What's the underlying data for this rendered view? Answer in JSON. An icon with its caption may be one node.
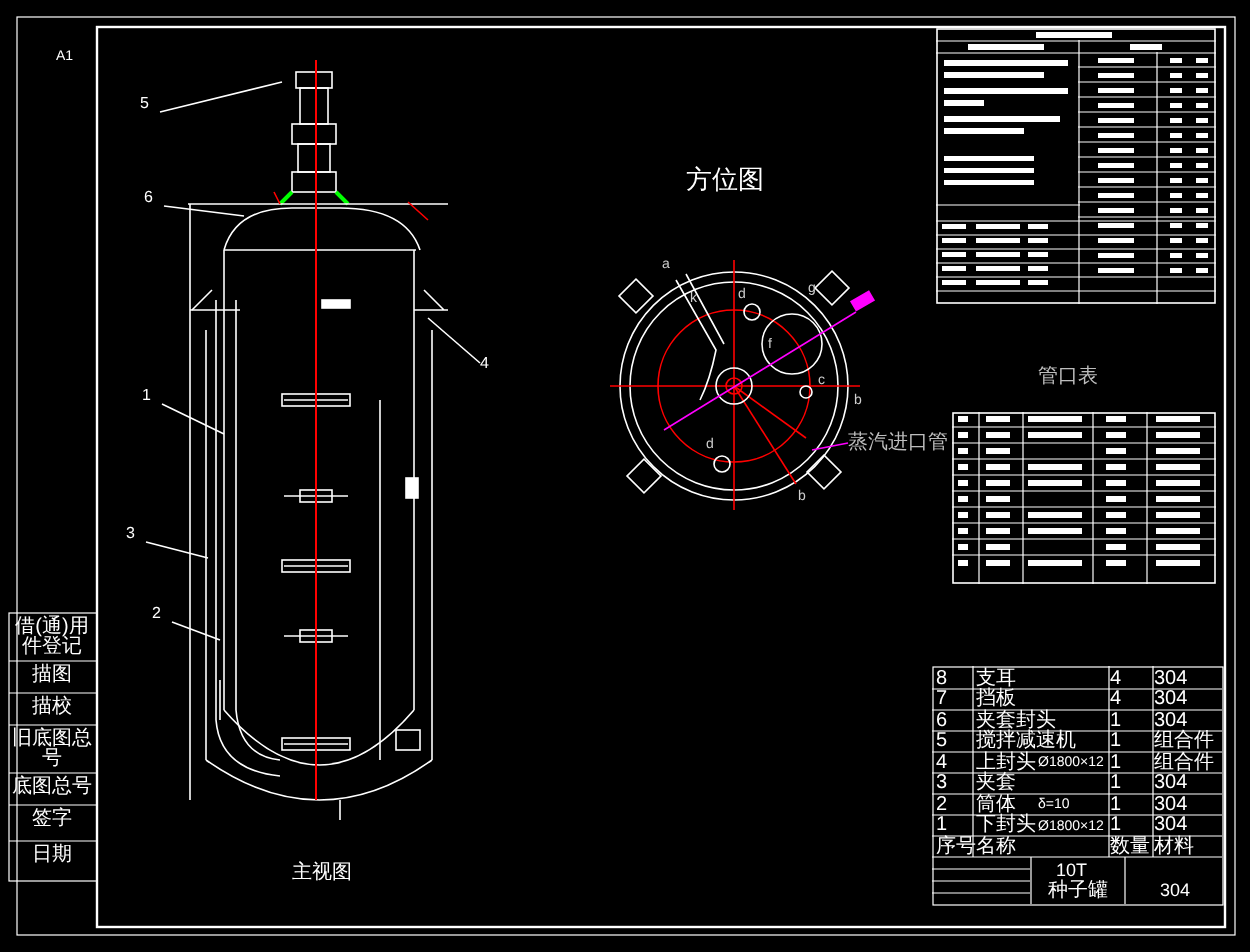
{
  "diagram": {
    "nodes": [
      {
        "text": [
          "5"
        ]
      },
      {
        "text": [
          "6"
        ]
      },
      {
        "text": [
          "1"
        ]
      },
      {
        "text": [
          "3"
        ]
      },
      {
        "text": [
          "2"
        ]
      },
      {
        "text": [
          "4"
        ]
      },
      {
        "text": [
          "蒸汽进口管"
        ]
      }
    ],
    "edges": [
      {
        "from": 0,
        "to": null,
        "arrow": "none"
      },
      {
        "from": 1,
        "to": null,
        "arrow": "none"
      },
      {
        "from": 2,
        "to": null,
        "arrow": "none"
      },
      {
        "from": 3,
        "to": null,
        "arrow": "none"
      },
      {
        "from": 4,
        "to": null,
        "arrow": "none"
      },
      {
        "from": 5,
        "to": null,
        "arrow": "none"
      },
      {
        "from": 6,
        "to": null,
        "arrow": "none",
        "color": "#ff00ff"
      }
    ],
    "labels": [
      "A1",
      "方位图",
      "管口表",
      "主视图",
      "a",
      "k",
      "d",
      "g",
      "f",
      "c",
      "b",
      "d",
      "b",
      "借(通)用件登记",
      "描图",
      "描校",
      "旧底图总号",
      "底图总号",
      "签字",
      "日期",
      "8",
      "支耳",
      "4",
      "304",
      "7",
      "挡板",
      "4",
      "304",
      "6",
      "夹套封头",
      "1",
      "304",
      "5",
      "搅拌减速机",
      "1",
      "组合件",
      "4",
      "上封头",
      "Ø1800×12",
      "1",
      "组合件",
      "3",
      "夹套",
      "1",
      "304",
      "2",
      "筒体",
      "δ=10",
      "1",
      "304",
      "1",
      "下封头",
      "Ø1800×12",
      "1",
      "304",
      "序号",
      "名称",
      "数量",
      "材料",
      "10T",
      "种子罐",
      "304"
    ]
  }
}
